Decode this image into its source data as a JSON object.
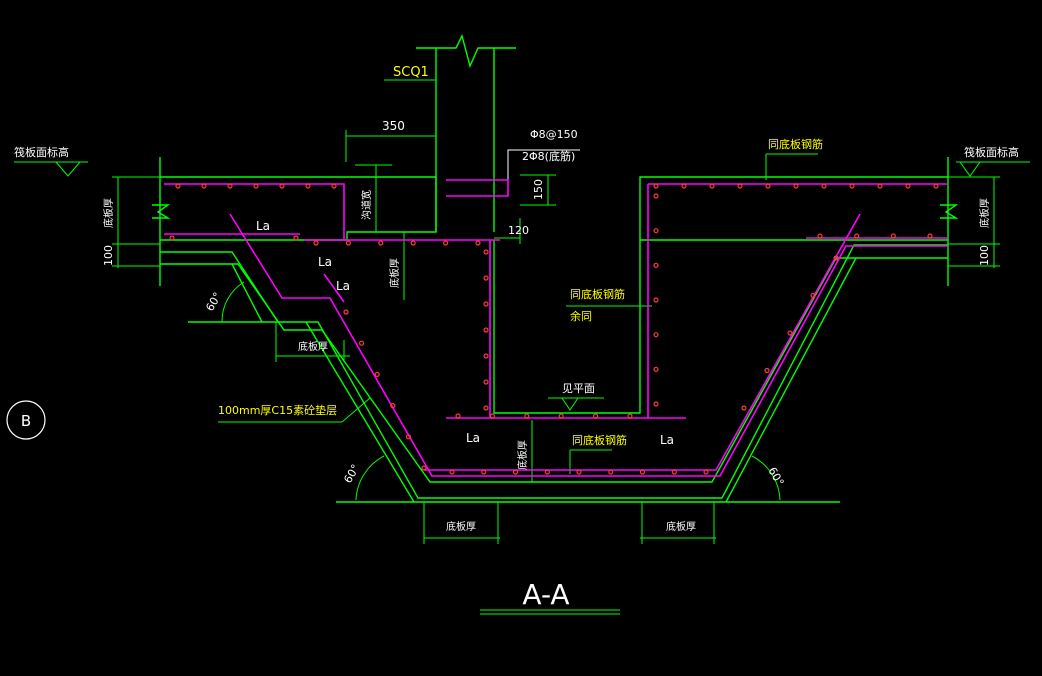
{
  "colors": {
    "background": "#000000",
    "structure": "#00ff00",
    "rebar": "#ff00ff",
    "rebar_dots": "#ff3b3b",
    "text": "#ffffff",
    "note": "#ffff00",
    "leader": "#00ff00"
  },
  "drawing": {
    "title": "A-A",
    "grid_bubble": "B",
    "labels": {
      "wall": "SCQ1",
      "rebar_spec_top": "Φ8@150",
      "rebar_spec_bottom": "2Φ8(底筋)",
      "top_elev_left": "筏板面标高",
      "top_elev_right": "筏板面标高",
      "same_as_bottom_rebar_1": "同底板钢筋",
      "same_as_bottom_rebar_2": "同底板钢筋",
      "same_as_bottom_rebar_3": "同底板钢筋",
      "rest_same": "余同",
      "see_plan": "见平面",
      "cushion": "100mm厚C15素砼垫层",
      "collector_width": "沟道宽",
      "lap_1": "La",
      "lap_2": "La",
      "lap_3": "La",
      "lap_4": "La",
      "lap_5": "La"
    },
    "dimensions": {
      "d350": "350",
      "d120": "120",
      "d150": "150",
      "d100_left": "100",
      "d100_right": "100",
      "slab_thk_left_top": "底板厚",
      "slab_thk_right_top": "底板厚",
      "slab_thk_step": "底板厚",
      "slab_thk_upper_step": "底板厚",
      "slab_thk_mid": "底板厚",
      "slab_thk_bottom_left": "底板厚",
      "slab_thk_bottom_right": "底板厚"
    },
    "angles": {
      "a1": "60°",
      "a2": "60°",
      "a3": "60°"
    }
  }
}
